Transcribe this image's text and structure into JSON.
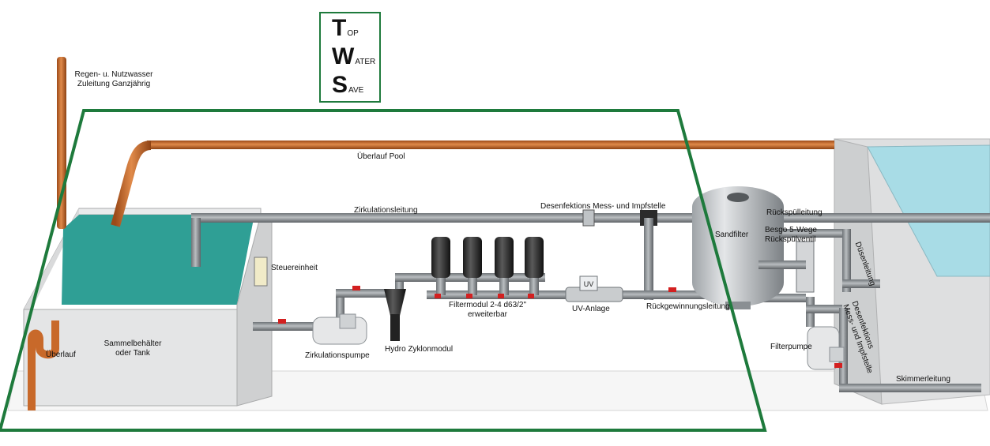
{
  "logo": {
    "line1_initial": "T",
    "line1_rest": "OP",
    "line2_initial": "W",
    "line2_rest": "ATER",
    "line3_initial": "S",
    "line3_rest": "AVE"
  },
  "labels": {
    "rainwater_line1": "Regen- u. Nutzwasser",
    "rainwater_line2": "Zuleitung Ganzjährig",
    "overflow_pool": "Überlauf  Pool",
    "circulation_line": "Zirkulationsleitung",
    "disinfection_top": "Desenfektions Mess- und Impfstelle",
    "backwash_line": "Rückspülleitung",
    "sand_filter": "Sandfilter",
    "valve_line1": "Besgo 5-Wege",
    "valve_line2": "Rückspülventil",
    "nozzle_line": "Düsenleitung",
    "control_unit": "Steuereinheit",
    "filter_module_line1": "Filtermodul 2-4 d63/2\"",
    "filter_module_line2": "erweiterbar",
    "uv_box": "UV",
    "uv_plant": "UV-Anlage",
    "recovery_line": "Rückgewinnungsleitung",
    "disinfection_side_line1": "Desenfektions",
    "disinfection_side_line2": "Mess- und Impfstelle",
    "filter_pump": "Filterpumpe",
    "skimmer_line": "Skimmerleitung",
    "collection_tank_line1": "Sammelbehälter",
    "collection_tank_line2": "oder Tank",
    "overflow": "Überlauf",
    "circulation_pump": "Zirkulationspumpe",
    "hydro_cyclone": "Hydro Zyklonmodul"
  },
  "colors": {
    "frame_green": "#1e7a3c",
    "water": "#2f9f95",
    "pool_water": "#a8dce6",
    "copper_pipe": "#c8692a",
    "grey_pipe": "#8a8f93",
    "tank_wall": "#e2e3e4",
    "valve_red": "#d32020"
  }
}
